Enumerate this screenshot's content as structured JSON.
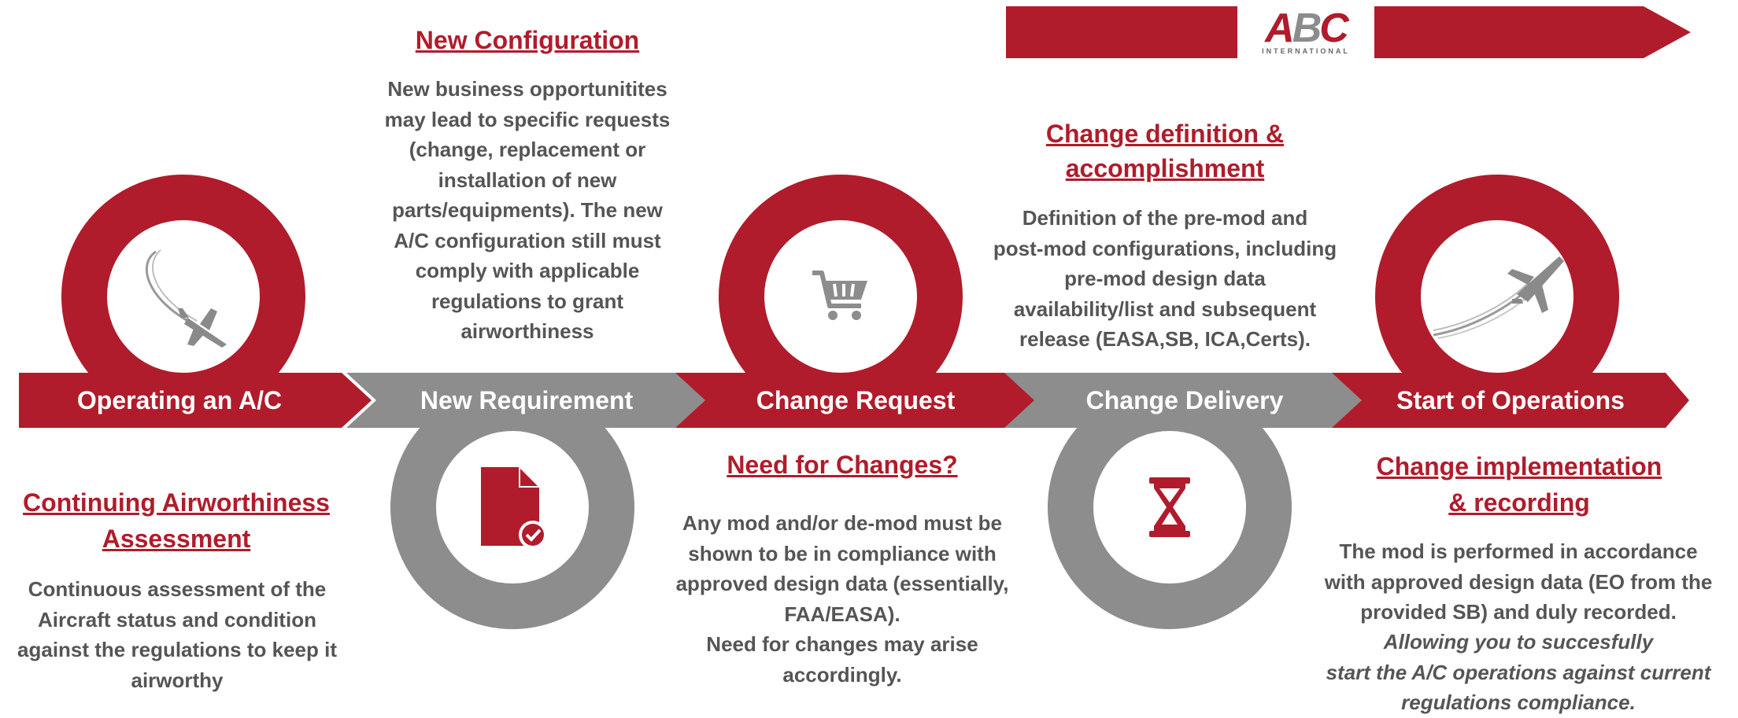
{
  "brand": {
    "logo_text": "ABC",
    "logo_subtext": "INTERNATIONAL"
  },
  "colors": {
    "accent": "#b01c2b",
    "gray": "#8d8d8d",
    "text": "#555555"
  },
  "timeline": [
    {
      "label": "Operating an A/C",
      "color": "#b01c2b"
    },
    {
      "label": "New Requirement",
      "color": "#8d8d8d"
    },
    {
      "label": "Change Request",
      "color": "#b01c2b"
    },
    {
      "label": "Change Delivery",
      "color": "#8d8d8d"
    },
    {
      "label": "Start of Operations",
      "color": "#b01c2b"
    }
  ],
  "icons": {
    "ring1": "landing-plane-icon",
    "ring2": "document-check-icon",
    "ring3": "shopping-cart-icon",
    "ring4": "hourglass-icon",
    "ring5": "takeoff-plane-icon"
  },
  "sections": {
    "continuing": {
      "heading": "Continuing Airworthiness\nAssessment",
      "text": "Continuous assessment of the\nAircraft status and condition\nagainst the regulations to keep it\nairworthy"
    },
    "new_config": {
      "heading": "New Configuration",
      "text": "New business opportunitites\nmay lead to specific requests\n(change, replacement or\ninstallation of new\nparts/equipments). The new\nA/C configuration still  must\ncomply with applicable\nregulations to grant\nairworthiness"
    },
    "need_changes": {
      "heading": "Need for Changes?",
      "text": "Any mod and/or de-mod must be\nshown to be in compliance with\napproved design data (essentially,\nFAA/EASA).\nNeed for changes may arise\naccordingly."
    },
    "change_def": {
      "heading": "Change definition &\naccomplishment",
      "text": "Definition of the pre-mod and\npost-mod configurations,  including\npre-mod design data\navailability/list  and subsequent\nrelease (EASA,SB, ICA,Certs)."
    },
    "change_impl": {
      "heading": "Change implementation\n& recording",
      "text": "The mod is performed in  accordance\nwith approved  design data (EO from the\nprovided SB) and duly recorded.",
      "text_italic": "Allowing you to succesfully\nstart the A/C operations against current\nregulations compliance."
    }
  }
}
